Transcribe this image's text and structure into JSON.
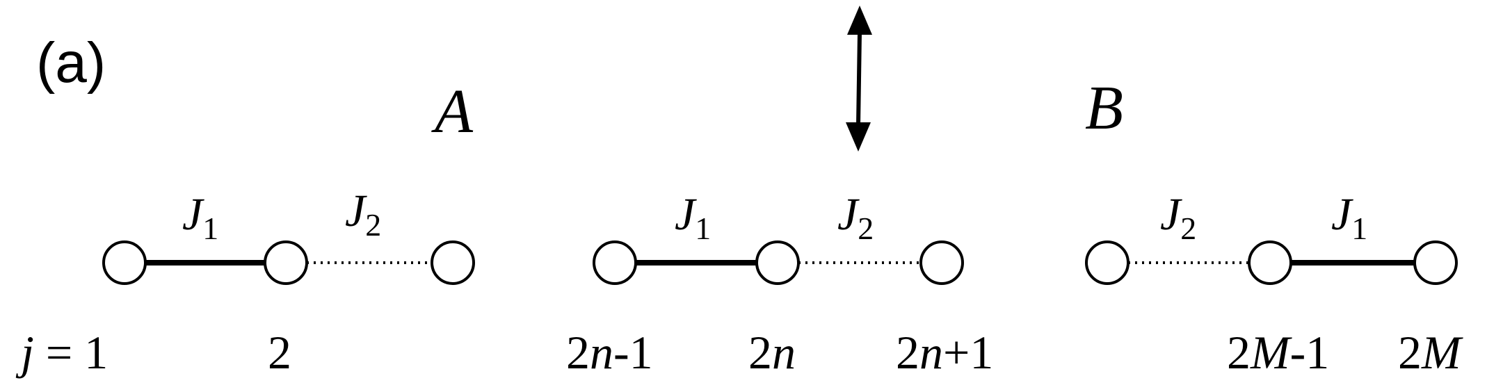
{
  "panel_label": "(a)",
  "region_labels": {
    "a": "A",
    "b": "B"
  },
  "couplings": {
    "strong": {
      "symbol": "J",
      "subscript": "1"
    },
    "weak": {
      "symbol": "J",
      "subscript": "2"
    }
  },
  "site_labels": {
    "j_prefix": "j",
    "equals": " = 1",
    "two": "2",
    "two_n_minus_1_a": "2",
    "two_n_minus_1_b": "n",
    "two_n_minus_1_c": "-1",
    "two_n_a": "2",
    "two_n_b": "n",
    "two_n_plus_1_a": "2",
    "two_n_plus_1_b": "n",
    "two_n_plus_1_c": "+1",
    "two_M_minus_1_a": "2",
    "two_M_minus_1_b": "M",
    "two_M_minus_1_c": "-1",
    "two_M_a": "2",
    "two_M_b": "M"
  },
  "colors": {
    "ink": "#000000",
    "node_fill": "#ffffff"
  }
}
